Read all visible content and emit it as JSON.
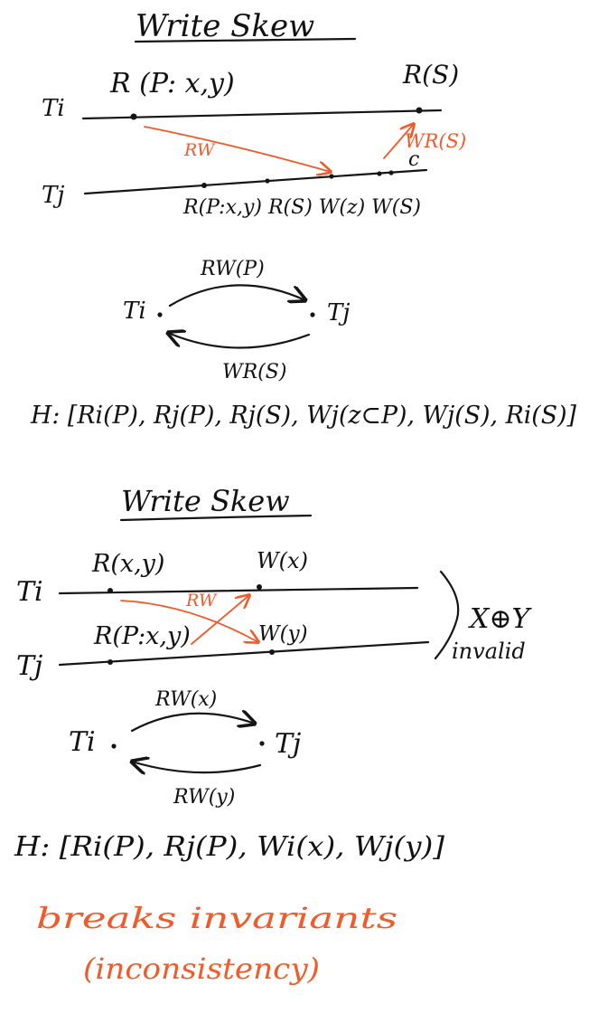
{
  "colors": {
    "ink": "#151515",
    "accent": "#f15a29",
    "paper": "#ffffff"
  },
  "section1": {
    "title": "Write Skew",
    "ti_label": "Ti",
    "tj_label": "Tj",
    "ti_op_read_p": "R (P: x,y)",
    "ti_op_read_s": "R(S)",
    "tj_ops": "R(P:x,y) R(S) W(z) W(S)",
    "tj_commit": "c",
    "edge_rw_label": "RW",
    "edge_wr_label": "WR(S)",
    "graph": {
      "node_left": "Ti",
      "node_right": "Tj",
      "top_edge": "RW(P)",
      "bottom_edge": "WR(S)"
    },
    "history": "H: [Ri(P), Rj(P), Rj(S), Wj(z⊂P), Wj(S), Ri(S)]"
  },
  "section2": {
    "title": "Write Skew",
    "ti_label": "Ti",
    "tj_label": "Tj",
    "ti_op_read": "R(x,y)",
    "ti_op_write": "W(x)",
    "tj_op_read": "R(P:x,y)",
    "tj_op_write": "W(y)",
    "edge_rw_label": "RW",
    "constraint": "X⊕Y",
    "constraint_note": "invalid",
    "graph": {
      "node_left": "Ti",
      "node_right": "Tj",
      "top_edge": "RW(x)",
      "bottom_edge": "RW(y)"
    },
    "history": "H: [Ri(P), Rj(P), Wi(x), Wj(y)]",
    "note_line1": "breaks invariants",
    "note_line2": "(inconsistency)"
  }
}
